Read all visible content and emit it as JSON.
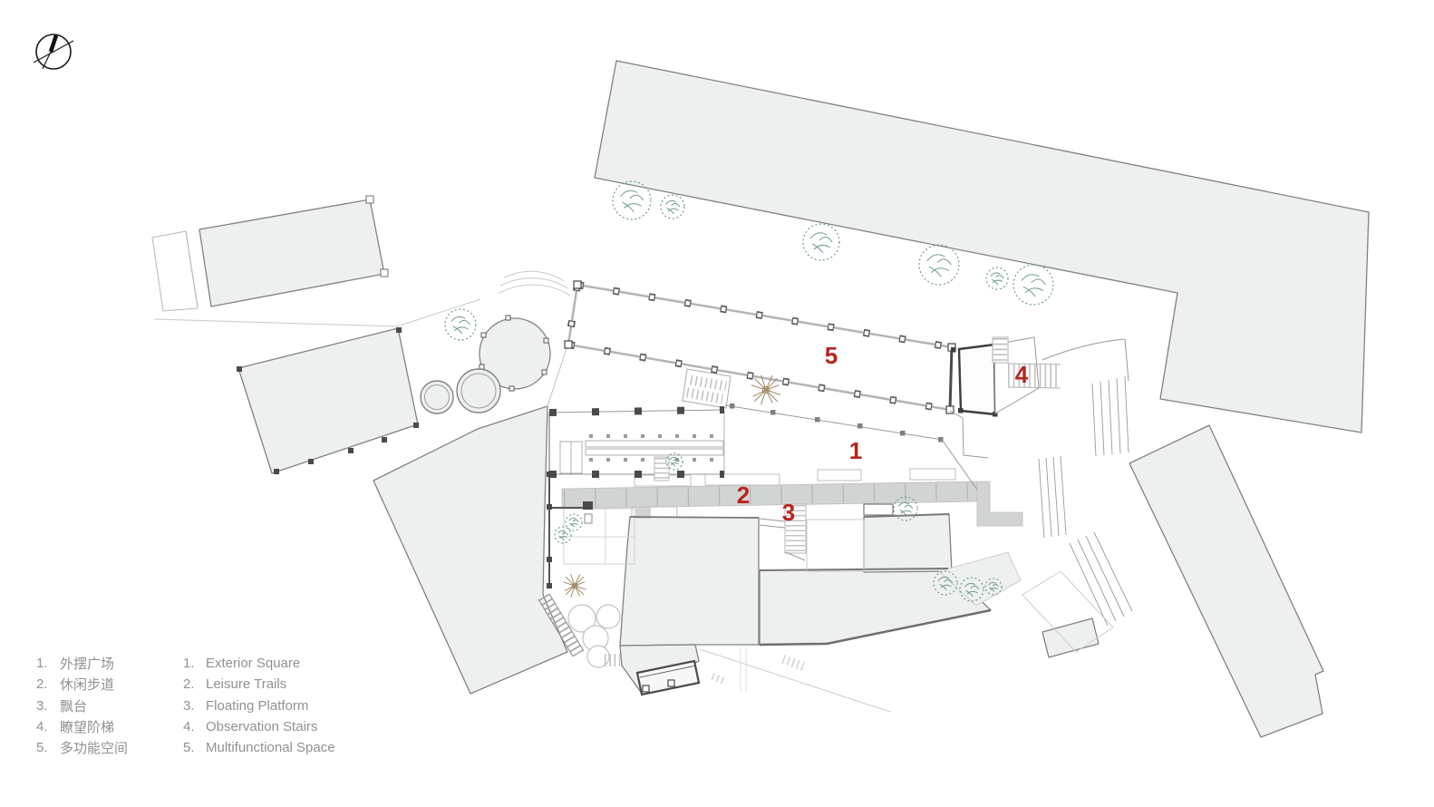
{
  "title": "Site plan with numbered program legend",
  "north_arrow": {
    "icon": "north-arrow-icon"
  },
  "plan": {
    "label_color": "#b6251d",
    "labels": [
      {
        "text": "1",
        "meaning_zh": "外摆广场",
        "meaning_en": "Exterior Square"
      },
      {
        "text": "2",
        "meaning_zh": "休闲步道",
        "meaning_en": "Leisure Trails"
      },
      {
        "text": "3",
        "meaning_zh": "飘台",
        "meaning_en": "Floating Platform"
      },
      {
        "text": "4",
        "meaning_zh": "瞭望阶梯",
        "meaning_en": "Observation Stairs"
      },
      {
        "text": "5",
        "meaning_zh": "多功能空间",
        "meaning_en": "Multifunctional Space"
      }
    ]
  },
  "legend": {
    "rows": [
      {
        "num": "1.",
        "zh": "外摆广场",
        "en": "Exterior Square"
      },
      {
        "num": "2.",
        "zh": "休闲步道",
        "en": "Leisure Trails"
      },
      {
        "num": "3.",
        "zh": "飘台",
        "en": "Floating Platform"
      },
      {
        "num": "4.",
        "zh": "瞭望阶梯",
        "en": "Observation Stairs"
      },
      {
        "num": "5.",
        "zh": "多功能空间",
        "en": "Multifunctional Space"
      }
    ]
  },
  "colors": {
    "accent_red": "#b6251d",
    "building_fill": "#eef0f0",
    "building_stroke": "#7f8283",
    "trail_gray": "#d2d4d4",
    "tree_green": "#6e9c82",
    "tree_brown": "#a28a66",
    "legend_text": "#8f9194",
    "dark_wall": "#3d3d3d"
  }
}
